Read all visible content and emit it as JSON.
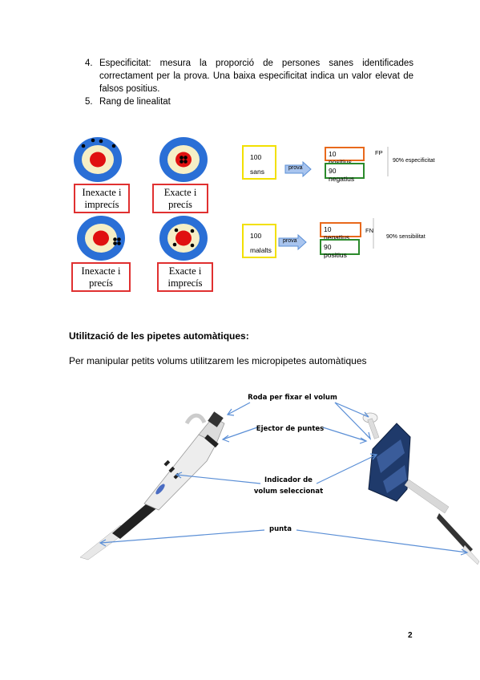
{
  "list": {
    "items": [
      {
        "num": "4.",
        "text": "Especificitat: mesura la proporció de persones sanes identificades correctament per la prova. Una baixa especificitat indica un valor elevat de falsos positius."
      },
      {
        "num": "5.",
        "text": "Rang de linealitat"
      }
    ]
  },
  "targets": {
    "t1_line1": "Inexacte i",
    "t1_line2": "imprecís",
    "t2_line1": "Exacte i",
    "t2_line2": "precís",
    "t3_line1": "Inexacte i",
    "t3_line2": "precís",
    "t4_line1": "Exacte i",
    "t4_line2": "imprecís"
  },
  "diagram": {
    "row1": {
      "group_n": "100",
      "group_label": "sans",
      "arrow_label": "prova",
      "result1": "10 positius",
      "result2": "90 negatius",
      "side_abbr": "FP",
      "side_text": "90% especificitat"
    },
    "row2": {
      "group_n": "100",
      "group_label": "malalts",
      "arrow_label": "prova",
      "result1": "10 negatius",
      "result2": "90 positius",
      "side_abbr": "FN",
      "side_text": "90% sensibilitat"
    }
  },
  "section": {
    "heading": "Utilització de les pipetes automàtiques:",
    "paragraph": "Per manipular petits volums utilitzarem les micropipetes automàtiques"
  },
  "pipette_labels": {
    "wheel": "Roda per fixar el volum",
    "ejector": "Ejector de puntes",
    "indicator_line1": "Indicador de",
    "indicator_line2": "volum seleccionat",
    "tip": "punta"
  },
  "page_number": "2",
  "colors": {
    "target_outer": "#2a6fd6",
    "target_ring": "#f6efc6",
    "target_center": "#e01010",
    "box_red": "#e03030",
    "box_yellow": "#f2e000",
    "box_orange": "#e8691c",
    "box_green": "#2b8a2b",
    "arrow": "#5b8fd6"
  }
}
